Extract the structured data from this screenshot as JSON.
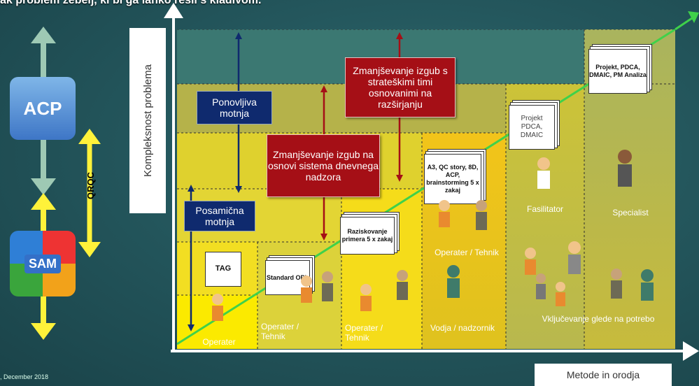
{
  "heading": "ak problem zebelj, ki bi ga lahko rešil s kladivom.",
  "footer": ", December 2018",
  "axes": {
    "x_label": "Metode in orodja",
    "y_label": "Kompleksnost problema"
  },
  "sidebar": {
    "logo_top": "ACP",
    "logo_bottom": "SAM",
    "tag": "QRQC"
  },
  "boxes": {
    "ponovljiva": "Ponovljiva motnja",
    "posamicna": "Posamična motnja",
    "red_daily": "Zmanjševanje izgub na osnovi sistema dnevnega nadzora",
    "red_strategic": "Zmanjševanje izgub s strateškimi timi osnovanimi na razširjanju"
  },
  "documents": {
    "tag": "TAG",
    "standard": "Standard OPL",
    "raziskovanje": "Raziskovanje primera 5 x zakaj",
    "a3": "A3, QC story, 8D, ACP, brainstorming 5 x zakaj",
    "projekt1": "Projekt PDCA, DMAIC",
    "projekt2": "Projekt, PDCA, DMAIC, PM Analiza"
  },
  "zone_labels": {
    "z1": "Operater",
    "z2": "Operater / Tehnik",
    "z3": "Operater / Tehnik",
    "z4": "Vodja / nadzornik",
    "z4_top": "Operater / Tehnik",
    "fasilitator": "Fasilitator",
    "specialist": "Specialist",
    "vkljucevanje": "Vključevanje glede na potrebo"
  },
  "colors": {
    "background": "#24575d",
    "navy": "#0f2a6e",
    "red": "#a50f16",
    "yellow": "#f4d21c",
    "green_line": "#3fd14a"
  }
}
